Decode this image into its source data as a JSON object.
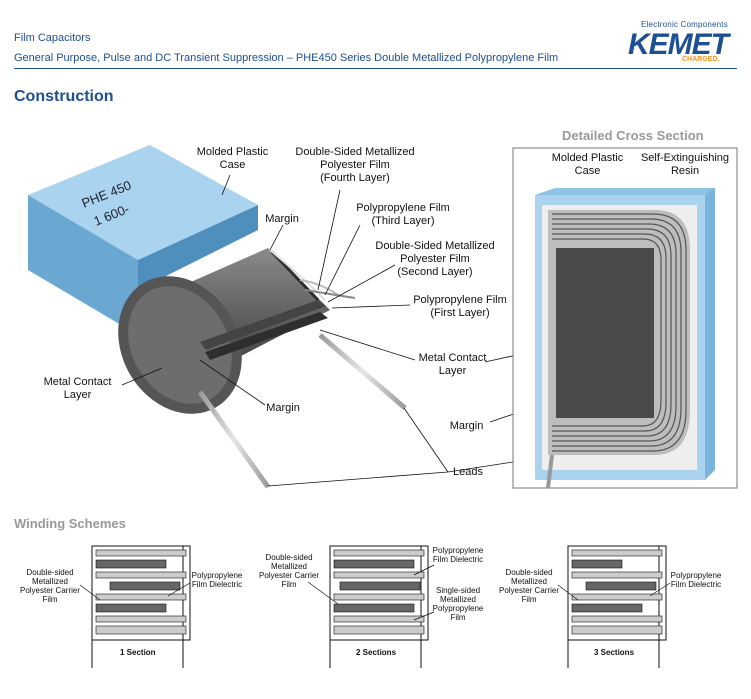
{
  "header": {
    "category": "Film Capacitors",
    "subtitle": "General Purpose, Pulse and DC Transient Suppression – PHE450 Series Double Metallized Polypropylene Film"
  },
  "logo": {
    "tagline": "Electronic Components",
    "name": "KEMET",
    "slogan": "CHARGED."
  },
  "construction": {
    "heading": "Construction",
    "case_marking": [
      "PHE 450",
      "1 600-"
    ],
    "labels": {
      "molded_case": "Molded Plastic\nCase",
      "fourth_layer": "Double-Sided Metallized\nPolyester Film\n(Fourth Layer)",
      "margin_top": "Margin",
      "third_layer": "Polypropylene Film\n(Third Layer)",
      "second_layer": "Double-Sided Metallized\nPolyester Film\n(Second Layer)",
      "first_layer": "Polypropylene Film\n(First Layer)",
      "metal_contact_left": "Metal Contact\nLayer",
      "metal_contact_right": "Metal Contact\nLayer",
      "margin_bottom": "Margin",
      "margin_right": "Margin",
      "leads": "Leads"
    }
  },
  "cross_section": {
    "heading": "Detailed Cross Section",
    "molded_case": "Molded Plastic\nCase",
    "resin": "Self-Extinguishing\nResin"
  },
  "winding": {
    "heading": "Winding Schemes",
    "schemes": [
      {
        "left_label": "Double-sided\nMetallized\nPolyester Carrier\nFilm",
        "right_label": "Polypropylene\nFilm Dielectric",
        "caption": "1 Section"
      },
      {
        "left_label": "Double-sided\nMetallized\nPolyester Carrier\nFilm",
        "right_top": "Polypropylene\nFilm Dielectric",
        "right_bottom": "Single-sided\nMetallized\nPolypropylene\nFilm",
        "caption": "2 Sections"
      },
      {
        "left_label": "Double-sided\nMetallized\nPolyester Carrier\nFilm",
        "right_label": "Polypropylene\nFilm Dielectric",
        "caption": "3 Sections"
      }
    ]
  },
  "colors": {
    "brand": "#1d4f91",
    "accent": "#f7941d",
    "case": "#7fb8dc",
    "film": "#555555"
  }
}
